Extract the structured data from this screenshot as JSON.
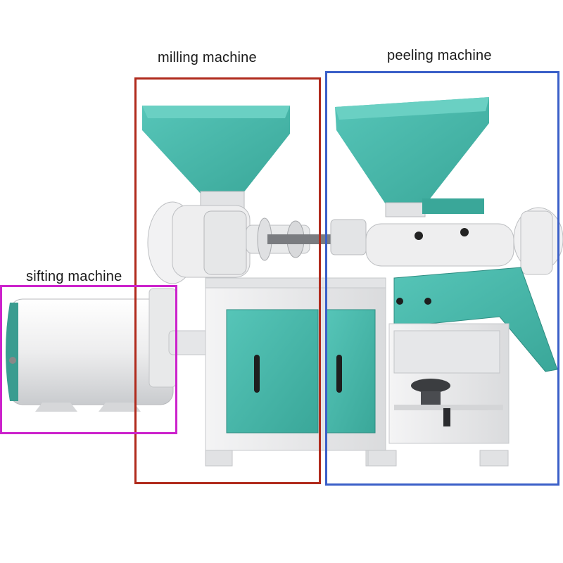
{
  "annotations": {
    "milling": {
      "label": "milling machine",
      "color": "#b02a1c"
    },
    "peeling": {
      "label": "peeling machine",
      "color": "#3a5fc8"
    },
    "sifting": {
      "label": "sifting machine",
      "color": "#cc22cc"
    }
  },
  "colors": {
    "machine_teal": "#47b8aa",
    "machine_white": "#eeeeef",
    "background": "#ffffff"
  }
}
